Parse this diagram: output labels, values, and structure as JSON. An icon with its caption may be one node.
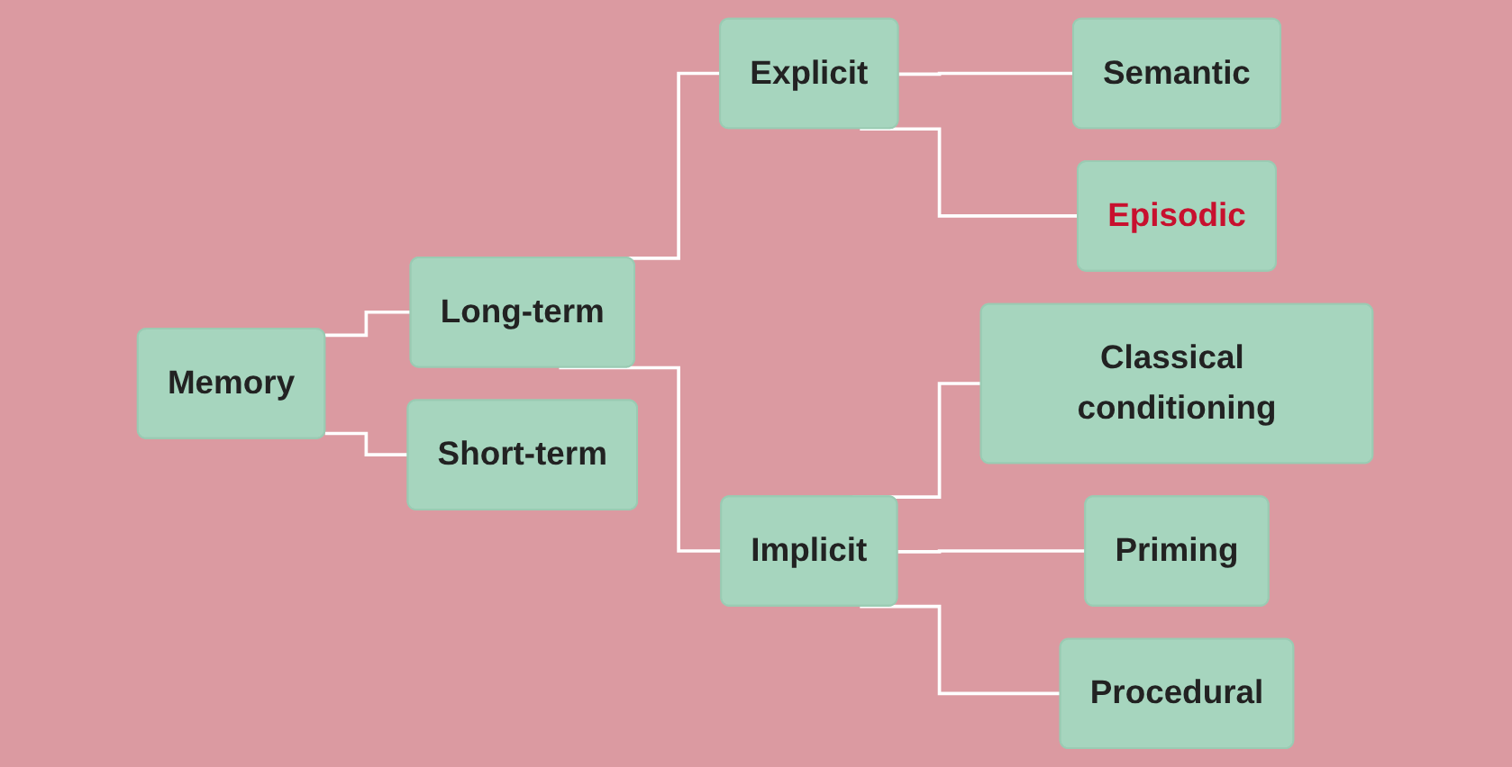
{
  "diagram": {
    "nodes": [
      {
        "text": [
          "Memory"
        ]
      },
      {
        "text": [
          "Long-term"
        ]
      },
      {
        "text": [
          "Short-term"
        ]
      },
      {
        "text": [
          "Explicit"
        ]
      },
      {
        "text": [
          "Implicit"
        ]
      },
      {
        "text": [
          "Semantic"
        ]
      },
      {
        "text": [
          "Episodic"
        ]
      },
      {
        "text": [
          "Classical conditioning"
        ]
      },
      {
        "text": [
          "Priming"
        ]
      },
      {
        "text": [
          "Procedural"
        ]
      }
    ],
    "edges": [
      {
        "from": 0,
        "to": 1,
        "arrow": "none"
      },
      {
        "from": 0,
        "to": 2,
        "arrow": "none"
      },
      {
        "from": 1,
        "to": 3,
        "arrow": "none"
      },
      {
        "from": 1,
        "to": 4,
        "arrow": "none"
      },
      {
        "from": 3,
        "to": 5,
        "arrow": "none"
      },
      {
        "from": 3,
        "to": 6,
        "arrow": "none"
      },
      {
        "from": 4,
        "to": 7,
        "arrow": "none"
      },
      {
        "from": 4,
        "to": 8,
        "arrow": "none"
      },
      {
        "from": 4,
        "to": 9,
        "arrow": "none"
      }
    ]
  }
}
